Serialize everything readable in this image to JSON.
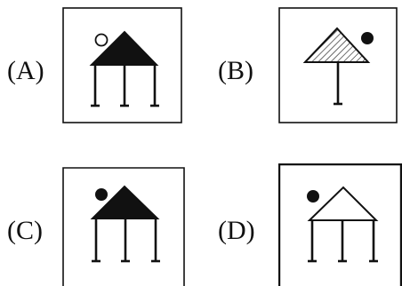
{
  "options": [
    {
      "label": "(A)",
      "roof": "solid-black",
      "legs": 3,
      "circle": "hollow"
    },
    {
      "label": "(B)",
      "roof": "hatched",
      "legs": 1,
      "circle": "filled"
    },
    {
      "label": "(C)",
      "roof": "solid-black",
      "legs": 3,
      "circle": "filled"
    },
    {
      "label": "(D)",
      "roof": "outline",
      "legs": 3,
      "circle": "filled"
    }
  ],
  "colors": {
    "ink": "#111111",
    "background": "#ffffff"
  }
}
